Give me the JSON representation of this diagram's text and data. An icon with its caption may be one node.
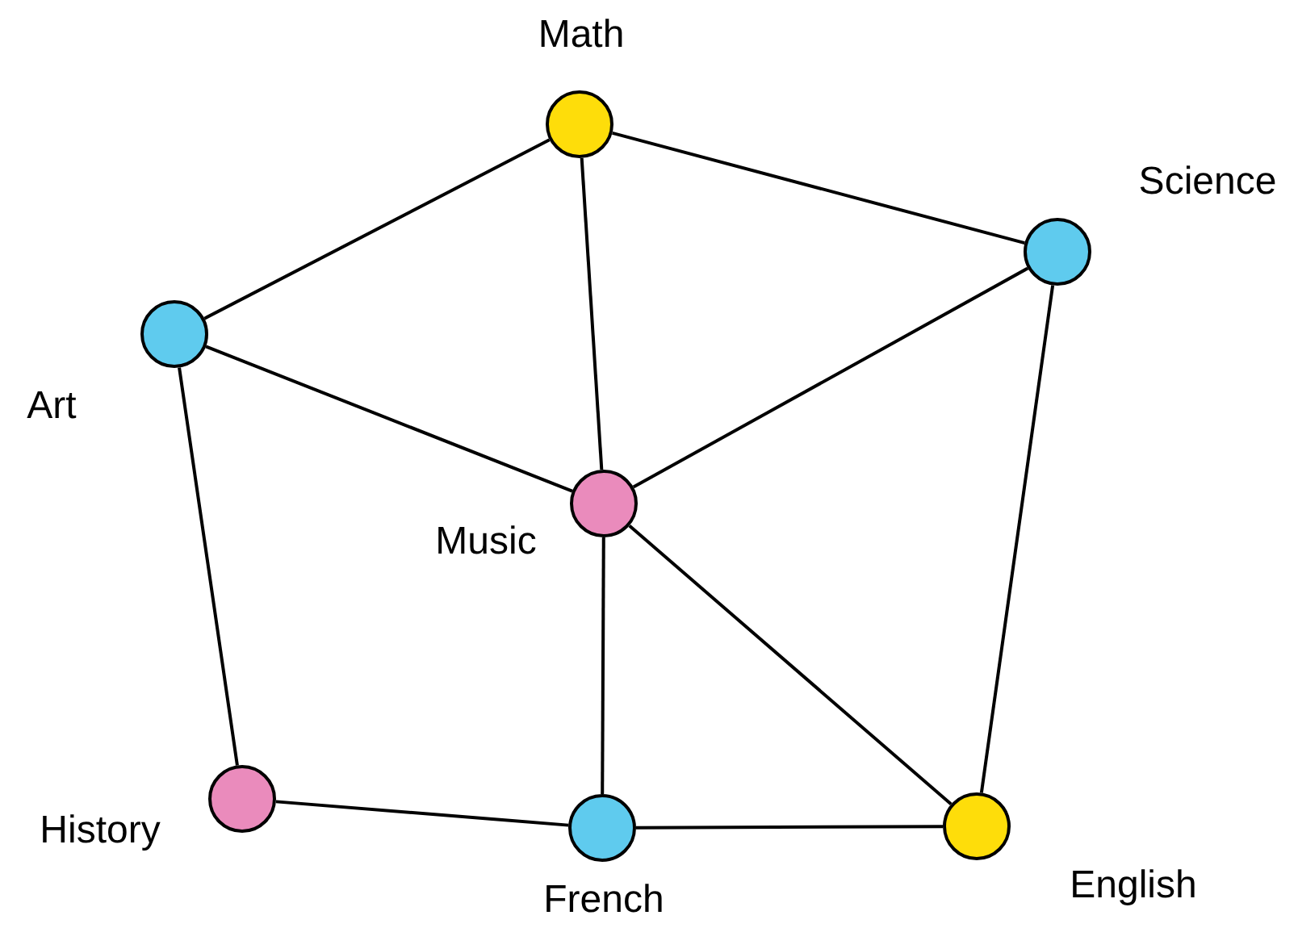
{
  "diagram": {
    "nodes": [
      {
        "text": [
          "Math"
        ]
      },
      {
        "text": [
          "Science"
        ]
      },
      {
        "text": [
          "Art"
        ]
      },
      {
        "text": [
          "Music"
        ]
      },
      {
        "text": [
          "History"
        ]
      },
      {
        "text": [
          "French"
        ]
      },
      {
        "text": [
          "English"
        ]
      }
    ],
    "edges": [
      {
        "from": 0,
        "to": 2,
        "arrow": "none"
      },
      {
        "from": 0,
        "to": 1,
        "arrow": "none"
      },
      {
        "from": 0,
        "to": 3,
        "arrow": "none"
      },
      {
        "from": 2,
        "to": 3,
        "arrow": "none"
      },
      {
        "from": 1,
        "to": 3,
        "arrow": "none"
      },
      {
        "from": 1,
        "to": 6,
        "arrow": "none"
      },
      {
        "from": 2,
        "to": 4,
        "arrow": "none"
      },
      {
        "from": 3,
        "to": 5,
        "arrow": "none"
      },
      {
        "from": 3,
        "to": 6,
        "arrow": "none"
      },
      {
        "from": 4,
        "to": 5,
        "arrow": "none"
      },
      {
        "from": 5,
        "to": 6,
        "arrow": "none"
      }
    ]
  }
}
